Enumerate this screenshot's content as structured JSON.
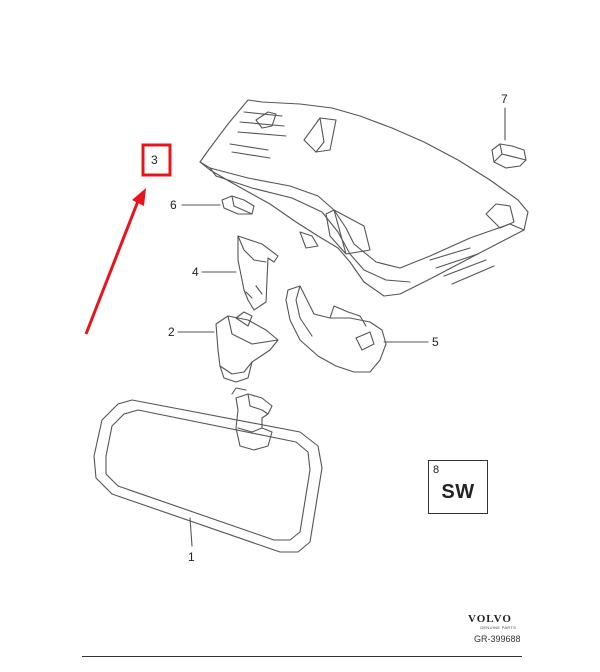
{
  "callouts": {
    "c1": "1",
    "c2": "2",
    "c3": "3",
    "c4": "4",
    "c5": "5",
    "c6": "6",
    "c7": "7",
    "c8": "8"
  },
  "sw_label": "SW",
  "brand": {
    "name": "VOLVO",
    "sub": "GENUINE PARTS"
  },
  "reference": "GR-399688",
  "colors": {
    "highlight": "#e8141c",
    "line": "#555555"
  }
}
